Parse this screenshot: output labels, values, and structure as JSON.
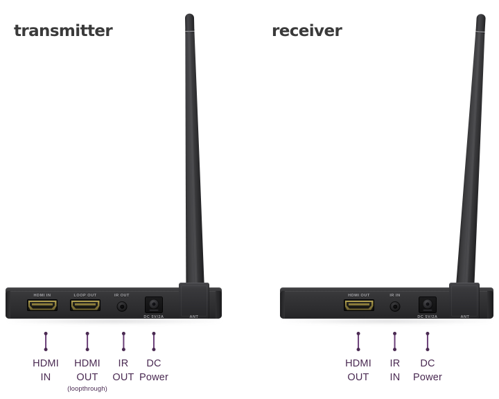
{
  "background_color": "#ffffff",
  "accent_color": "#4a2a52",
  "stem_color": "#6b3f78",
  "device_color": "#2e2e30",
  "hdmi_gold_color": "#8e7f3c",
  "heading_color": "#3a3a3a",
  "sections": {
    "transmitter": {
      "title": "transmitter",
      "device": {
        "silkscreen_labels": [
          {
            "text": "HDMI IN",
            "name": "silk-hdmi-in"
          },
          {
            "text": "LOOP OUT",
            "name": "silk-loop-out"
          },
          {
            "text": "IR OUT",
            "name": "silk-ir-out"
          },
          {
            "text": "DC 5V/2A",
            "name": "silk-dc-5v-2a"
          },
          {
            "text": "ANT",
            "name": "silk-ant"
          }
        ],
        "ports": [
          {
            "type": "hdmi",
            "label": "HDMI IN"
          },
          {
            "type": "hdmi",
            "label": "LOOP OUT"
          },
          {
            "type": "ir",
            "label": "IR OUT"
          },
          {
            "type": "dc_power",
            "label": "DC 5V/2A"
          },
          {
            "type": "antenna",
            "label": "ANT"
          }
        ]
      },
      "callouts": [
        {
          "line1": "HDMI",
          "line2": "IN",
          "sub": ""
        },
        {
          "line1": "HDMI",
          "line2": "OUT",
          "sub": "(loopthrough)"
        },
        {
          "line1": "IR",
          "line2": "OUT",
          "sub": ""
        },
        {
          "line1": "DC",
          "line2": "Power",
          "sub": ""
        }
      ]
    },
    "receiver": {
      "title": "receiver",
      "device": {
        "silkscreen_labels": [
          {
            "text": "HDMI OUT",
            "name": "silk-hdmi-out"
          },
          {
            "text": "IR IN",
            "name": "silk-ir-in"
          },
          {
            "text": "DC 5V/2A",
            "name": "silk-dc-5v-2a"
          },
          {
            "text": "ANT",
            "name": "silk-ant"
          }
        ],
        "ports": [
          {
            "type": "hdmi",
            "label": "HDMI OUT"
          },
          {
            "type": "ir",
            "label": "IR IN"
          },
          {
            "type": "dc_power",
            "label": "DC 5V/2A"
          },
          {
            "type": "antenna",
            "label": "ANT"
          }
        ]
      },
      "callouts": [
        {
          "line1": "HDMI",
          "line2": "OUT",
          "sub": ""
        },
        {
          "line1": "IR",
          "line2": "IN",
          "sub": ""
        },
        {
          "line1": "DC",
          "line2": "Power",
          "sub": ""
        }
      ]
    }
  }
}
